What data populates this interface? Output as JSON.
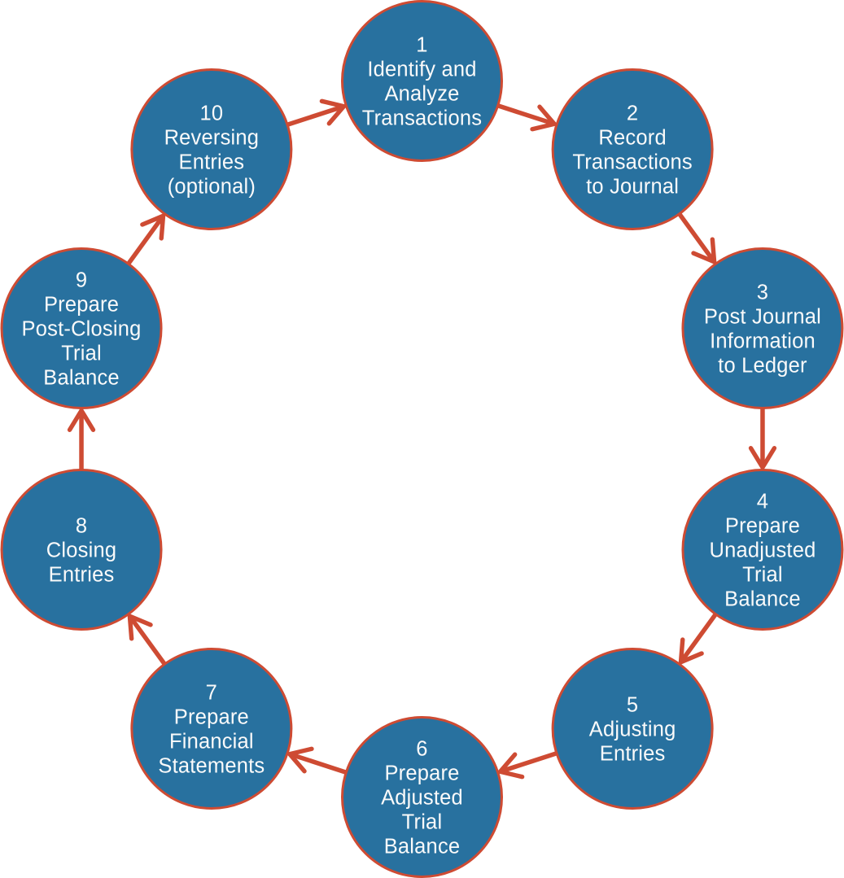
{
  "diagram": {
    "type": "cycle-flow",
    "flow_direction": "clockwise",
    "colors": {
      "background": "#FFFFFF",
      "circle_fill": "#28719F",
      "circle_outline": "#CE4B33",
      "arrow": "#CE4B33",
      "text": "#FAFAFA"
    },
    "steps": [
      {
        "number": "1",
        "lines": [
          "Identify and",
          "Analyze",
          "Transactions"
        ]
      },
      {
        "number": "2",
        "lines": [
          "Record",
          "Transactions",
          "to Journal"
        ]
      },
      {
        "number": "3",
        "lines": [
          "Post Journal",
          "Information",
          "to Ledger"
        ]
      },
      {
        "number": "4",
        "lines": [
          "Prepare",
          "Unadjusted",
          "Trial",
          "Balance"
        ]
      },
      {
        "number": "5",
        "lines": [
          "Adjusting",
          "Entries"
        ]
      },
      {
        "number": "6",
        "lines": [
          "Prepare",
          "Adjusted",
          "Trial",
          "Balance"
        ]
      },
      {
        "number": "7",
        "lines": [
          "Prepare",
          "Financial",
          "Statements"
        ]
      },
      {
        "number": "8",
        "lines": [
          "Closing",
          "Entries"
        ]
      },
      {
        "number": "9",
        "lines": [
          "Prepare",
          "Post-Closing",
          "Trial",
          "Balance"
        ]
      },
      {
        "number": "10",
        "lines": [
          "Reversing",
          "Entries",
          "(optional)"
        ]
      }
    ],
    "connections": [
      [
        1,
        2
      ],
      [
        2,
        3
      ],
      [
        3,
        4
      ],
      [
        4,
        5
      ],
      [
        5,
        6
      ],
      [
        6,
        7
      ],
      [
        7,
        8
      ],
      [
        8,
        9
      ],
      [
        9,
        10
      ],
      [
        10,
        1
      ]
    ]
  }
}
